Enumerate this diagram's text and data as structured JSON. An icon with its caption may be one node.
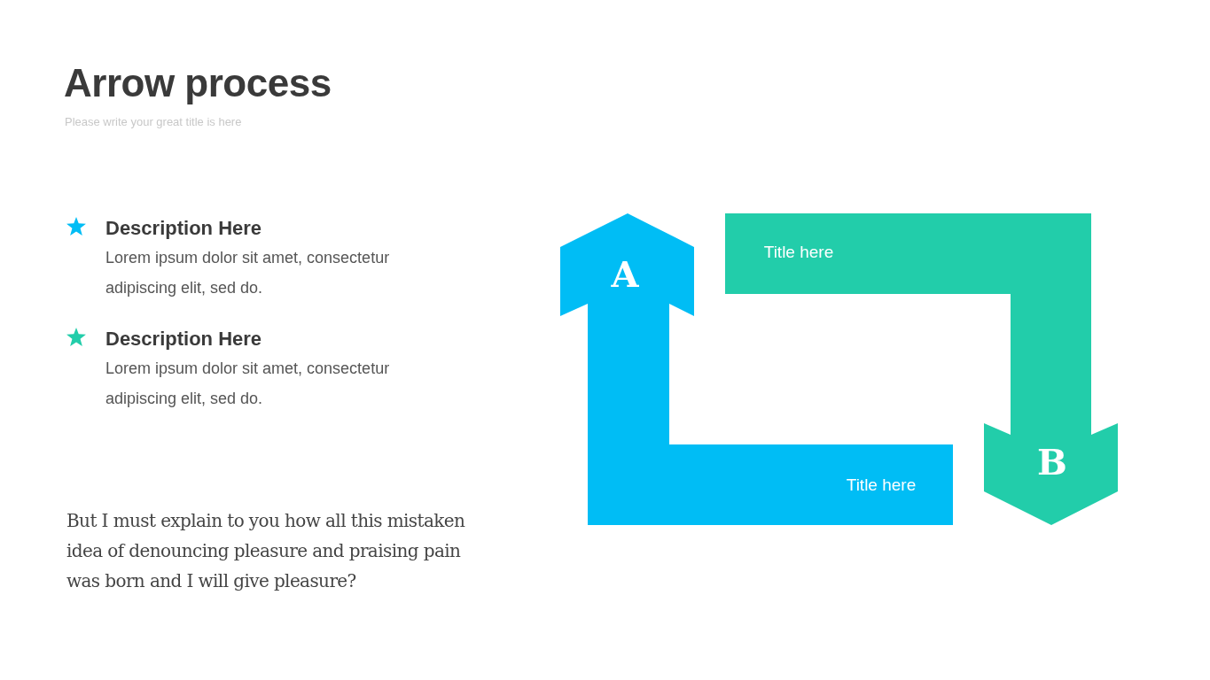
{
  "diagram": {
    "title": "Arrow process",
    "nodes": [
      {
        "text": [
          "A",
          "Title here"
        ]
      },
      {
        "text": [
          "Title here",
          "B"
        ]
      }
    ],
    "labels": [
      "Please write your great title is here",
      "Description Here",
      "Lorem ipsum dolor sit amet, consectetur adipiscing elit, sed do.",
      "Description Here",
      "Lorem ipsum dolor sit amet, consectetur adipiscing elit, sed do.",
      "But I must explain to you how all this mistaken idea of denouncing pleasure and praising pain was born and I will give pleasure?"
    ]
  }
}
